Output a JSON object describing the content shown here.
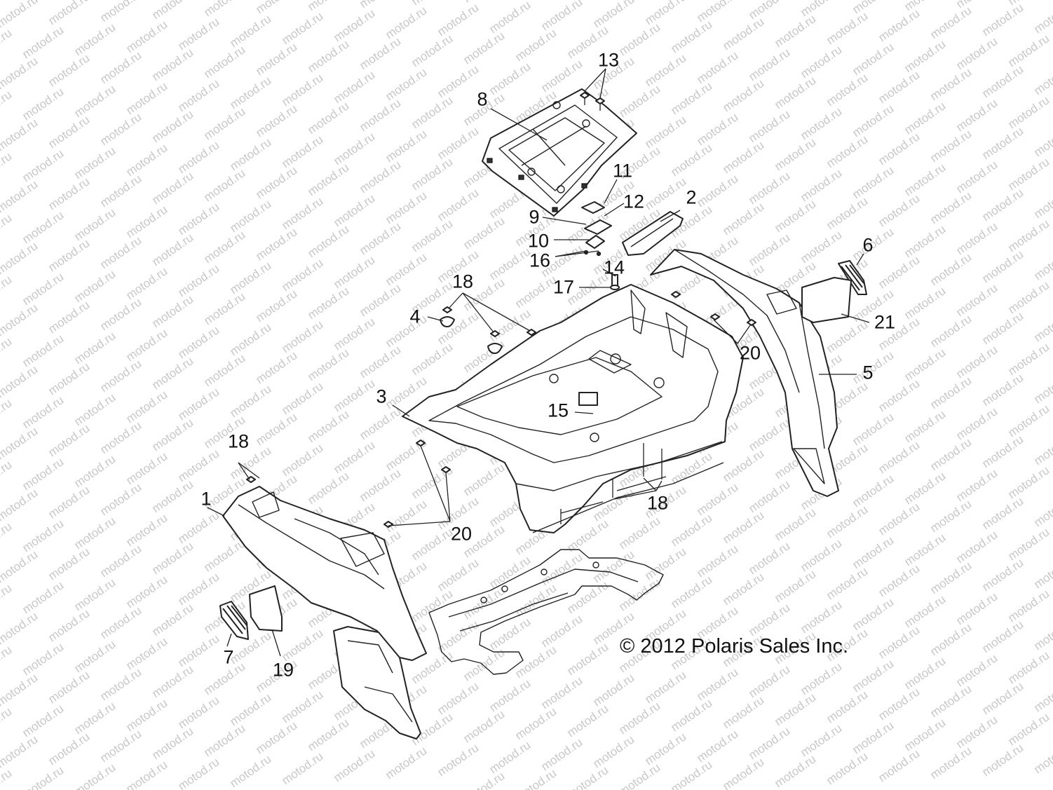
{
  "watermark": {
    "text": "motod.ru",
    "color": "#c8c8c8"
  },
  "copyright": "© 2012 Polaris Sales Inc.",
  "callouts": [
    {
      "id": "c1",
      "text": "1"
    },
    {
      "id": "c2",
      "text": "2"
    },
    {
      "id": "c3",
      "text": "3"
    },
    {
      "id": "c4",
      "text": "4"
    },
    {
      "id": "c5",
      "text": "5"
    },
    {
      "id": "c6",
      "text": "6"
    },
    {
      "id": "c7",
      "text": "7"
    },
    {
      "id": "c8",
      "text": "8"
    },
    {
      "id": "c9",
      "text": "9"
    },
    {
      "id": "c10",
      "text": "10"
    },
    {
      "id": "c11",
      "text": "11"
    },
    {
      "id": "c12",
      "text": "12"
    },
    {
      "id": "c13",
      "text": "13"
    },
    {
      "id": "c14",
      "text": "14"
    },
    {
      "id": "c15",
      "text": "15"
    },
    {
      "id": "c16",
      "text": "16"
    },
    {
      "id": "c17",
      "text": "17"
    },
    {
      "id": "c18a",
      "text": "18"
    },
    {
      "id": "c18b",
      "text": "18"
    },
    {
      "id": "c18c",
      "text": "18"
    },
    {
      "id": "c19",
      "text": "19"
    },
    {
      "id": "c20a",
      "text": "20"
    },
    {
      "id": "c20b",
      "text": "20"
    },
    {
      "id": "c21",
      "text": "21"
    }
  ]
}
